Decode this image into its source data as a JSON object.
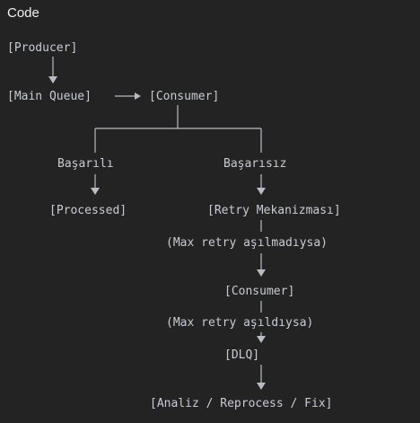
{
  "panel": {
    "title": "Code"
  },
  "diagram": {
    "producer": "[Producer]",
    "main_queue": "[Main Queue]",
    "consumer_top": "[Consumer]",
    "success_label": "Başarılı",
    "failure_label": "Başarısız",
    "processed": "[Processed]",
    "retry": "[Retry Mekanizması]",
    "retry_not_exceeded": "(Max retry aşılmadıysa)",
    "consumer_bottom": "[Consumer]",
    "retry_exceeded": "(Max retry aşıldıysa)",
    "dlq": "[DLQ]",
    "analysis": "[Analiz / Reprocess / Fix]"
  },
  "colors": {
    "background": "#232323",
    "text": "#c9ccd6",
    "lines": "#b9bcc4",
    "header": "#f2f2f2"
  }
}
